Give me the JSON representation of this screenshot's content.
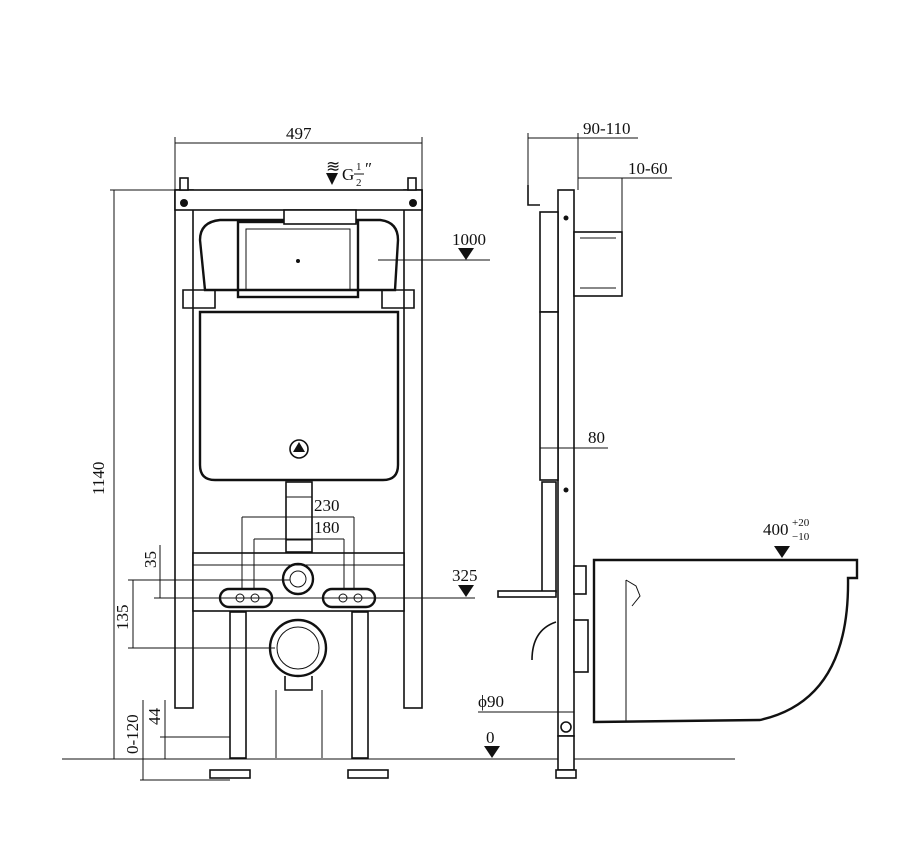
{
  "front_view": {
    "width_label": "497",
    "height_label": "1140",
    "inlet_label": "G",
    "inlet_fraction_num": "1",
    "inlet_fraction_den": "2",
    "inlet_inch": "″",
    "cistern_height_label": "1000",
    "button_spacing_outer": "230",
    "button_spacing_inner": "180",
    "offset_35": "35",
    "offset_135": "135",
    "bolt_height_label": "325",
    "foot_adjust_label": "0-120",
    "foot_44": "44"
  },
  "side_view": {
    "depth_label": "90-110",
    "plate_label": "10-60",
    "pipe_label": "80",
    "outlet_diameter_label": "ϕ90",
    "floor_label": "0",
    "pan_height_label": "400",
    "pan_tol_plus": "+20",
    "pan_tol_minus": "−10"
  }
}
